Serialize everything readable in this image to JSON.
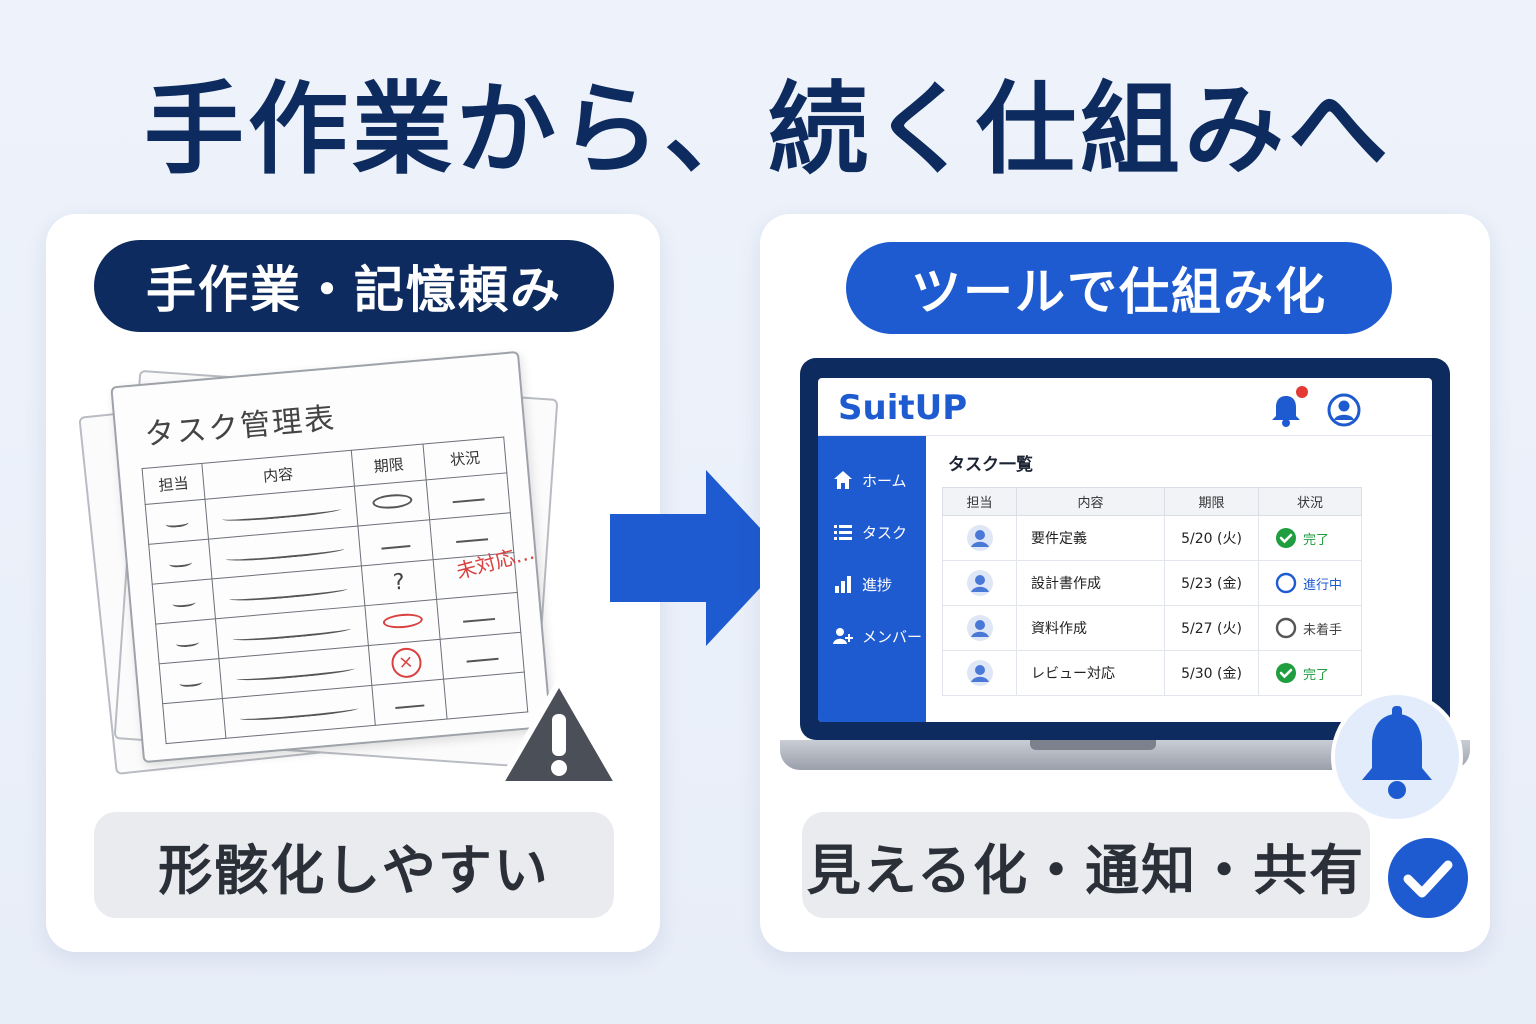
{
  "title": "手作業から、続く仕組みへ",
  "left": {
    "badge": "手作業・記憶頼み",
    "sheet_title": "タスク管理表",
    "table_headers": [
      "担当",
      "内容",
      "期限",
      "状況"
    ],
    "red_note": "未対応…",
    "question_mark": "?",
    "x_mark": "×",
    "warning_icon": "warning-triangle-icon",
    "caption": "形骸化しやすい"
  },
  "right": {
    "badge": "ツールで仕組み化",
    "app": {
      "logo": "SuitUP",
      "nav": [
        {
          "label": "ホーム",
          "icon": "home-icon"
        },
        {
          "label": "タスク",
          "icon": "list-icon"
        },
        {
          "label": "進捗",
          "icon": "bar-chart-icon"
        },
        {
          "label": "メンバー",
          "icon": "add-user-icon"
        }
      ],
      "list_title": "タスク一覧",
      "columns": [
        "担当",
        "内容",
        "期限",
        "状況"
      ],
      "rows": [
        {
          "task": "要件定義",
          "due": "5/20 (火)",
          "status": "完了",
          "state": "done"
        },
        {
          "task": "設計書作成",
          "due": "5/23 (金)",
          "status": "進行中",
          "state": "progress"
        },
        {
          "task": "資料作成",
          "due": "5/27 (火)",
          "status": "未着手",
          "state": "todo"
        },
        {
          "task": "レビュー対応",
          "due": "5/30 (金)",
          "status": "完了",
          "state": "done"
        }
      ]
    },
    "caption": "見える化・通知・共有"
  },
  "colors": {
    "navy": "#0d2b5e",
    "blue": "#1f5bd0",
    "done": "#1e9e3e",
    "progress": "#1f5bd0",
    "todo": "#444444",
    "red": "#d94040"
  }
}
